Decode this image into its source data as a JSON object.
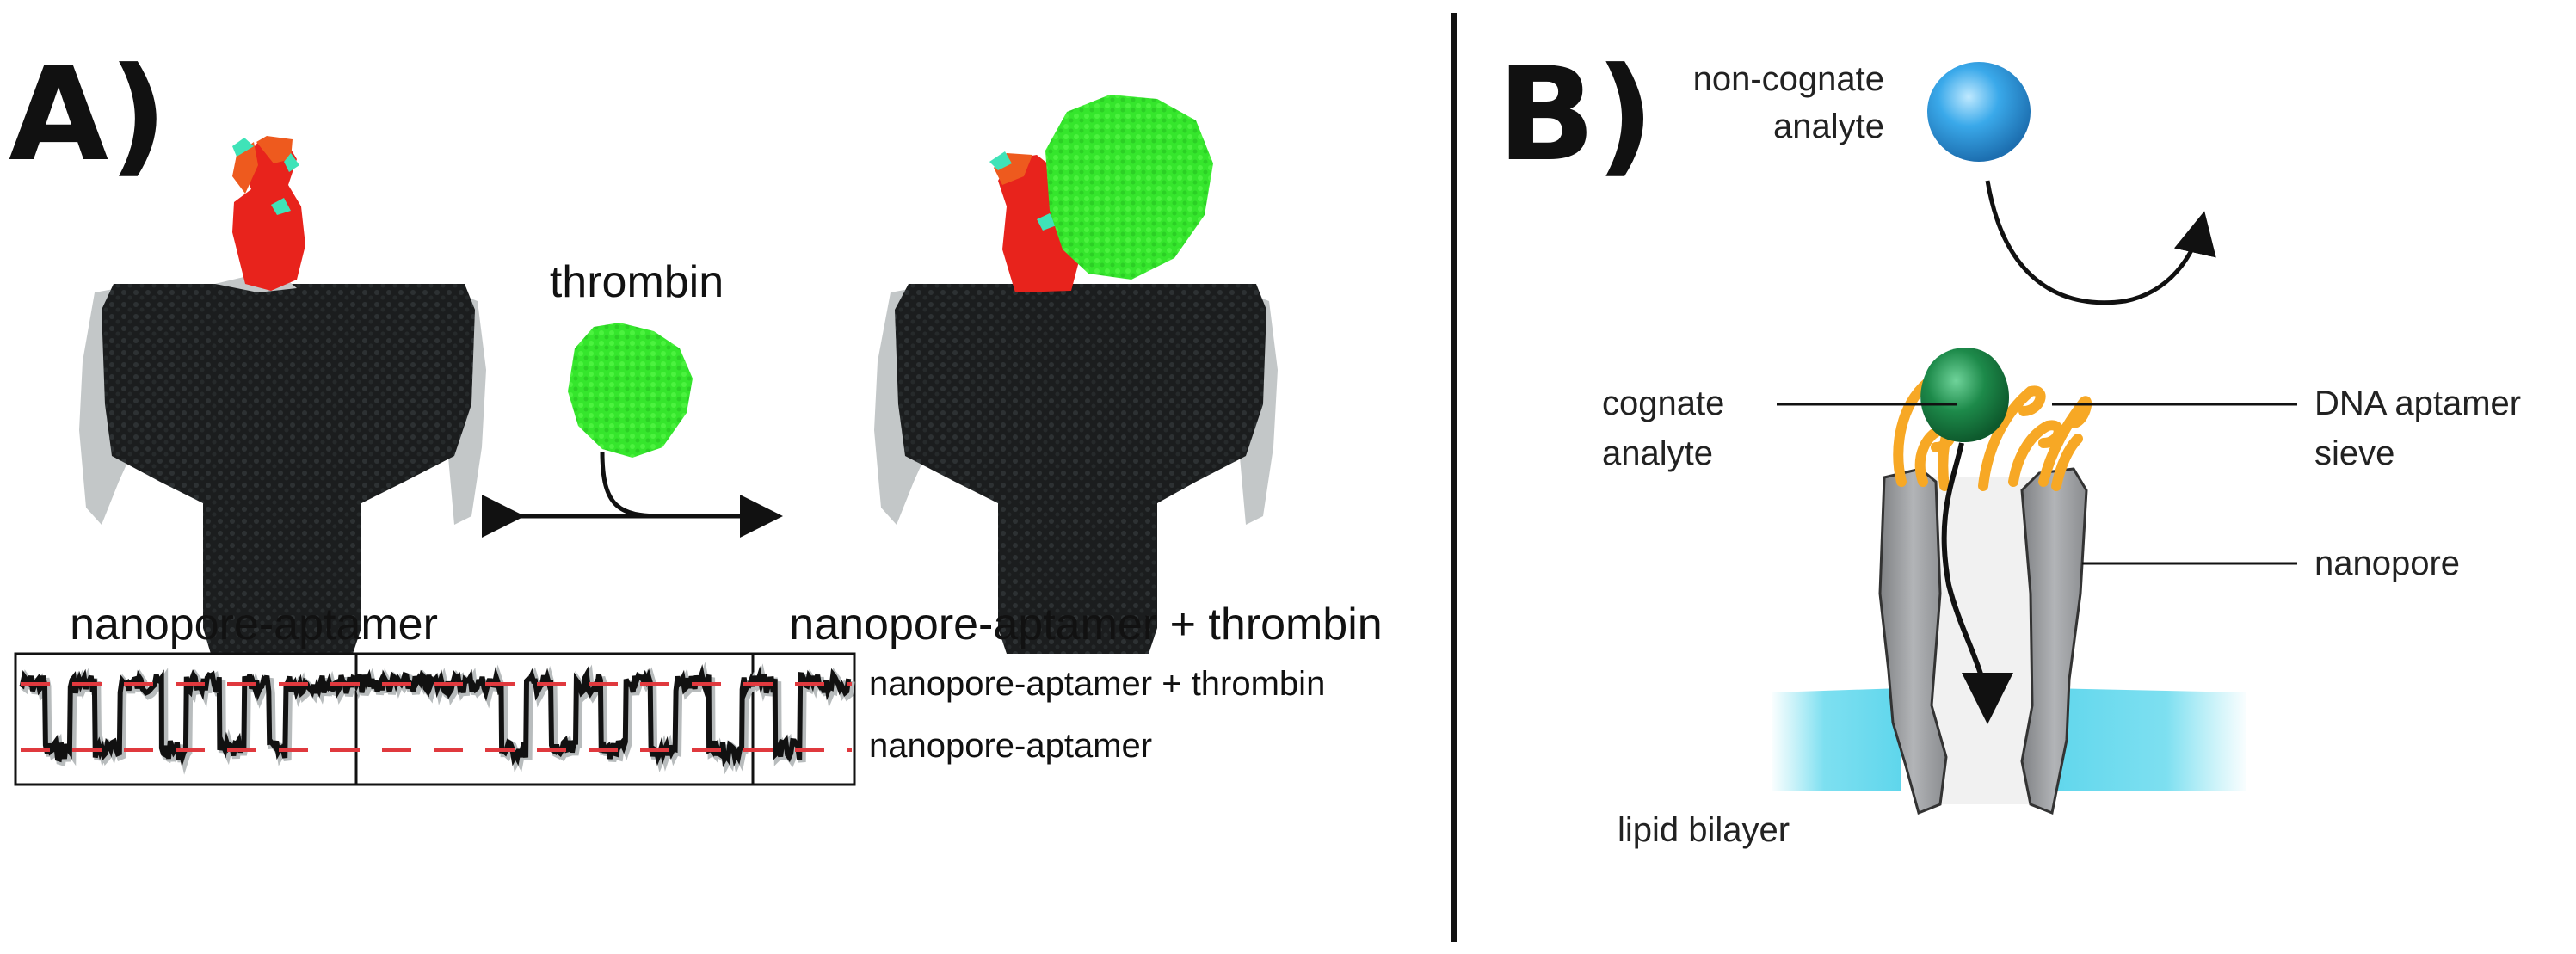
{
  "panel_a": {
    "label": "A)",
    "thrombin_label": "thrombin",
    "left_complex_label": "nanopore-aptamer",
    "right_complex_label": "nanopore-aptamer + thrombin",
    "trace_upper_label": "nanopore-aptamer + thrombin",
    "trace_lower_label": "nanopore-aptamer",
    "colors": {
      "pore_dark": "#1b1d1e",
      "pore_light": "#c3c7c8",
      "aptamer_red": "#e8231c",
      "aptamer_orange": "#ee5a1e",
      "aptamer_cyan": "#3fe3b8",
      "thrombin_green": "#35e62c",
      "trace_reference_line": "#e0393e"
    }
  },
  "panel_b": {
    "label": "B)",
    "non_cognate_label": [
      "non-cognate",
      "analyte"
    ],
    "cognate_label": [
      "cognate",
      "analyte"
    ],
    "aptamer_sieve_label": [
      "DNA aptamer",
      "sieve"
    ],
    "nanopore_label": "nanopore",
    "lipid_label": "lipid bilayer",
    "colors": {
      "non_cognate_blue": "#3aa9ea",
      "cognate_green": "#1d8a4a",
      "aptamer_orange": "#f7a825",
      "pore_grey": "#9a9c9f",
      "bilayer_cyan": "#7fe1f0"
    }
  }
}
